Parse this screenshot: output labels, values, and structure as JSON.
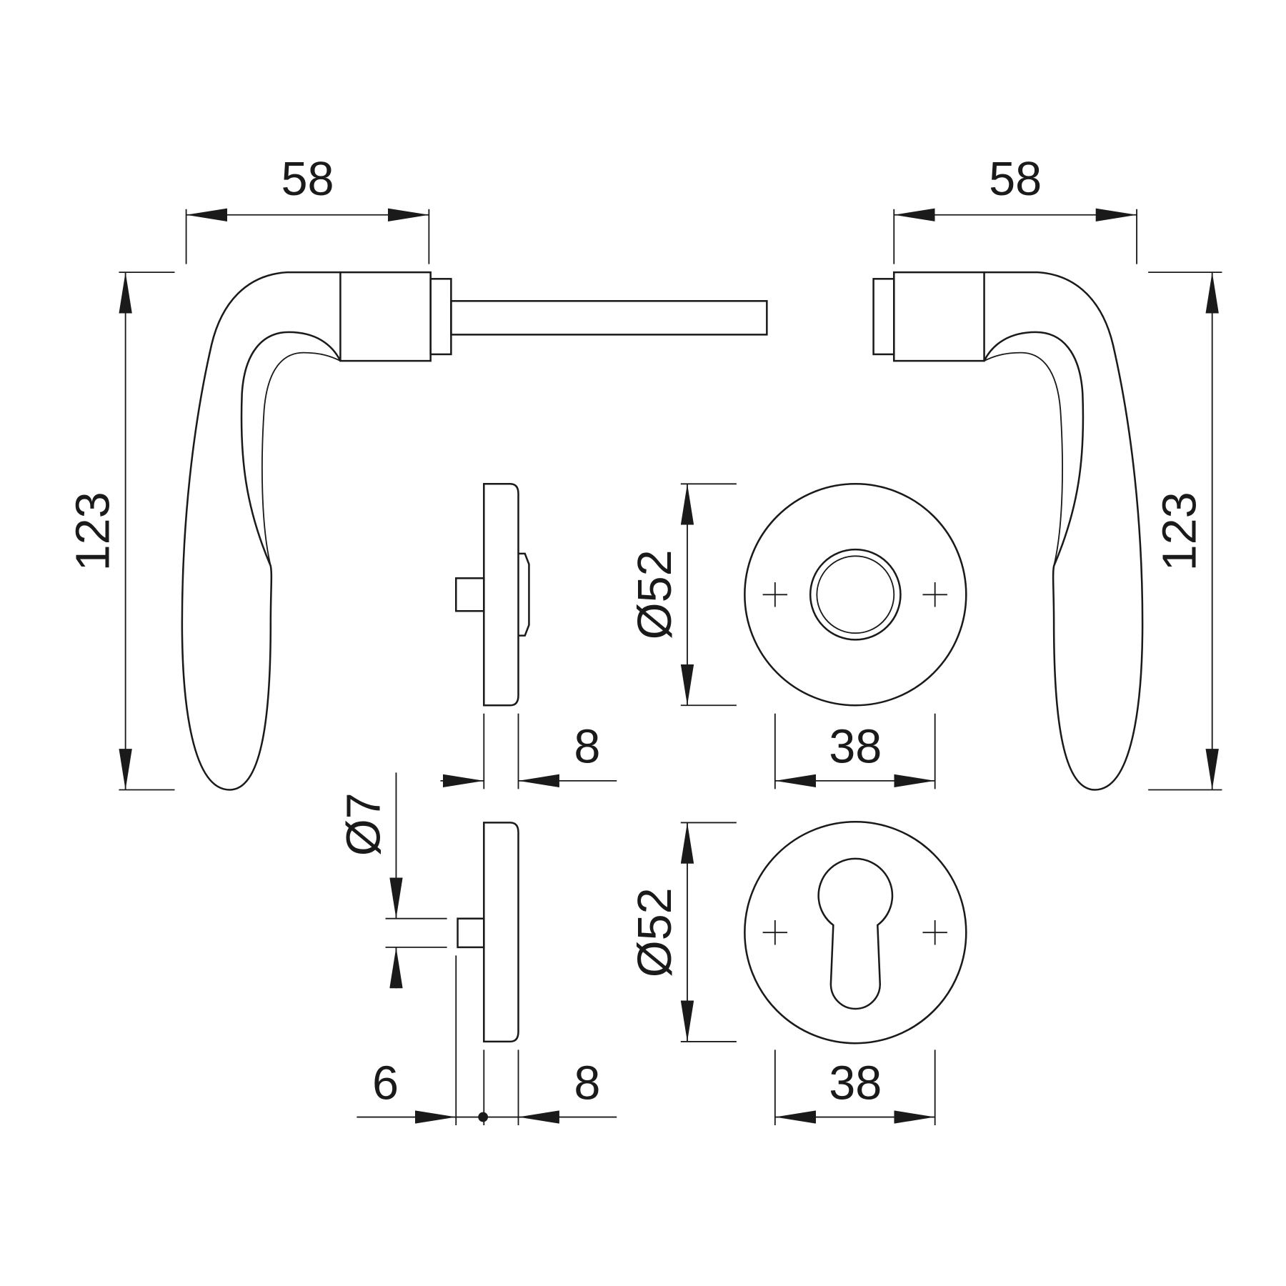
{
  "dimensions": {
    "handle_left_width": "58",
    "handle_right_width": "58",
    "handle_left_height": "123",
    "handle_right_height": "123",
    "rose_top_diameter": "Ø52",
    "rose_top_inner": "38",
    "rose_top_thickness": "8",
    "rose_bottom_diameter": "Ø52",
    "rose_bottom_inner": "38",
    "rose_bottom_thickness": "8",
    "rose_bottom_offset": "6",
    "pin_diameter": "Ø7"
  },
  "colors": {
    "line": "#1a1a1a",
    "background": "#ffffff"
  }
}
